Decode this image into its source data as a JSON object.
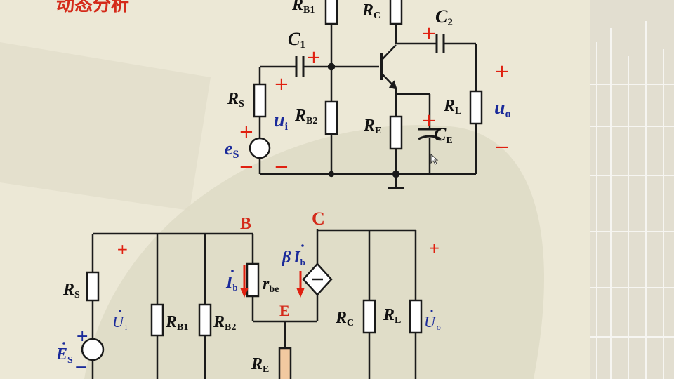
{
  "header": {
    "partial_title": "动态分析"
  },
  "top_circuit": {
    "labels": {
      "rb1": {
        "main": "R",
        "sub": "B1"
      },
      "rc": {
        "main": "R",
        "sub": "C"
      },
      "c1": {
        "main": "C",
        "sub": "1"
      },
      "c2": {
        "main": "C",
        "sub": "2"
      },
      "rs": {
        "main": "R",
        "sub": "S"
      },
      "ui": {
        "main": "u",
        "sub": "i"
      },
      "rb2": {
        "main": "R",
        "sub": "B2"
      },
      "re": {
        "main": "R",
        "sub": "E"
      },
      "ce": {
        "main": "C",
        "sub": "E"
      },
      "rl": {
        "main": "R",
        "sub": "L"
      },
      "uo": {
        "main": "u",
        "sub": "o"
      },
      "es": {
        "main": "e",
        "sub": "S"
      }
    },
    "plus": "+",
    "minus": "−"
  },
  "bottom_circuit": {
    "node_b": "B",
    "node_c": "C",
    "node_e": "E",
    "labels": {
      "rs": {
        "main": "R",
        "sub": "S"
      },
      "ui": {
        "main": "U",
        "sub": "i"
      },
      "rb1": {
        "main": "R",
        "sub": "B1"
      },
      "rb2": {
        "main": "R",
        "sub": "B2"
      },
      "ib": {
        "main": "I",
        "sub": "b"
      },
      "rbe": {
        "main": "r",
        "sub": "be"
      },
      "beta_ib": {
        "beta": "β",
        "main": "I",
        "sub": "b"
      },
      "rc": {
        "main": "R",
        "sub": "C"
      },
      "rl": {
        "main": "R",
        "sub": "L"
      },
      "uo": {
        "main": "U",
        "sub": "o"
      },
      "re": {
        "main": "R",
        "sub": "E"
      },
      "es": {
        "main": "E",
        "sub": "S"
      }
    },
    "plus": "+",
    "minus": "−"
  },
  "colors": {
    "wire": "#1a1a1a",
    "plus_minus": "#e02010",
    "label_black": "#111111",
    "label_blue": "#1a2a9a",
    "node_red": "#d42a1a",
    "re_fill": "#f2c9a0",
    "background": "#ece8d6"
  }
}
